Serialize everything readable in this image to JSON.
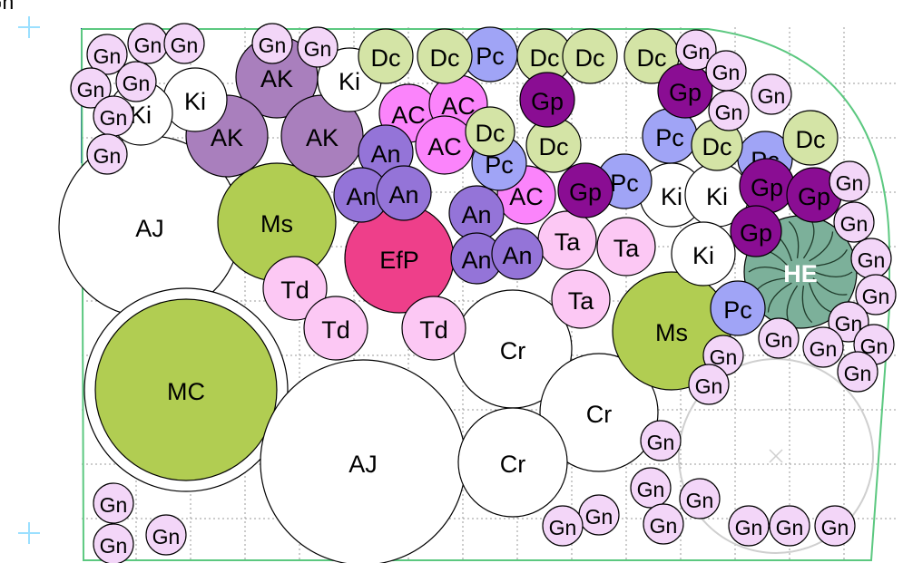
{
  "colors": {
    "AJ": "#ffffff",
    "MC": "#b1cd52",
    "Ms": "#b1cd52",
    "Cr": "#ffffff",
    "Ki": "#ffffff",
    "AK": "#a97fbd",
    "AC": "#fb84fb",
    "An": "#9474d8",
    "EfP": "#ee3f8a",
    "Td": "#fcc8f4",
    "Ta": "#fcc8f4",
    "Pc": "#a0a4f6",
    "Dc": "#d4e4a6",
    "Gp": "#8a0d93",
    "Gn": "#f3d6f8",
    "HE": "#7cb09a",
    "bed_outline": "#5cc880",
    "blue_corner": "#1a2ab0"
  },
  "plants": [
    {
      "label": "AJ"
    },
    {
      "label": "MC"
    },
    {
      "label": "AJ"
    },
    {
      "label": "Cr"
    },
    {
      "label": "Cr"
    },
    {
      "label": "Cr"
    },
    {
      "label": "Ms"
    },
    {
      "label": "Ms"
    },
    {
      "label": "EfP"
    },
    {
      "label": "HE"
    },
    {
      "label": "AK"
    },
    {
      "label": "AK"
    },
    {
      "label": "AK"
    },
    {
      "label": "Ki"
    },
    {
      "label": "Ki"
    },
    {
      "label": "Ki"
    },
    {
      "label": "Ki"
    },
    {
      "label": "Ki"
    },
    {
      "label": "Ki"
    },
    {
      "label": "Td"
    },
    {
      "label": "Td"
    },
    {
      "label": "Td"
    },
    {
      "label": "Ta"
    },
    {
      "label": "Ta"
    },
    {
      "label": "Ta"
    },
    {
      "label": "AC"
    },
    {
      "label": "AC"
    },
    {
      "label": "AC"
    },
    {
      "label": "AC"
    },
    {
      "label": "An"
    },
    {
      "label": "An"
    },
    {
      "label": "An"
    },
    {
      "label": "An"
    },
    {
      "label": "An"
    },
    {
      "label": "An"
    },
    {
      "label": "Pc"
    },
    {
      "label": "Pc"
    },
    {
      "label": "Pc"
    },
    {
      "label": "Pc"
    },
    {
      "label": "Pc"
    },
    {
      "label": "Pc"
    },
    {
      "label": "Dc"
    },
    {
      "label": "Dc"
    },
    {
      "label": "Dc"
    },
    {
      "label": "Dc"
    },
    {
      "label": "Dc"
    },
    {
      "label": "Dc"
    },
    {
      "label": "Dc"
    },
    {
      "label": "Dc"
    },
    {
      "label": "Dc"
    },
    {
      "label": "Gp"
    },
    {
      "label": "Gp"
    },
    {
      "label": "Gp"
    },
    {
      "label": "Gp"
    },
    {
      "label": "Gp"
    },
    {
      "label": "Gp"
    },
    {
      "label": "Gn"
    },
    {
      "label": "Gn"
    },
    {
      "label": "Gn"
    },
    {
      "label": "Gn"
    },
    {
      "label": "Gn"
    },
    {
      "label": "Gn"
    },
    {
      "label": "Gn"
    },
    {
      "label": "Gn"
    },
    {
      "label": "Gn"
    },
    {
      "label": "Gn"
    },
    {
      "label": "Gn"
    },
    {
      "label": "Gn"
    },
    {
      "label": "Gn"
    },
    {
      "label": "Gn"
    },
    {
      "label": "Gn"
    },
    {
      "label": "Gn"
    },
    {
      "label": "Gn"
    },
    {
      "label": "Gn"
    },
    {
      "label": "Gn"
    },
    {
      "label": "Gn"
    },
    {
      "label": "Gn"
    },
    {
      "label": "Gn"
    },
    {
      "label": "Gn"
    },
    {
      "label": "Gn"
    },
    {
      "label": "Gn"
    },
    {
      "label": "Gn"
    },
    {
      "label": "Gn"
    },
    {
      "label": "Gn"
    },
    {
      "label": "Gn"
    },
    {
      "label": "Gn"
    },
    {
      "label": "Gn"
    },
    {
      "label": "Gn"
    },
    {
      "label": "Gn"
    },
    {
      "label": "Gn"
    },
    {
      "label": "Gn"
    },
    {
      "label": "Gn"
    },
    {
      "label": "Gn"
    }
  ]
}
